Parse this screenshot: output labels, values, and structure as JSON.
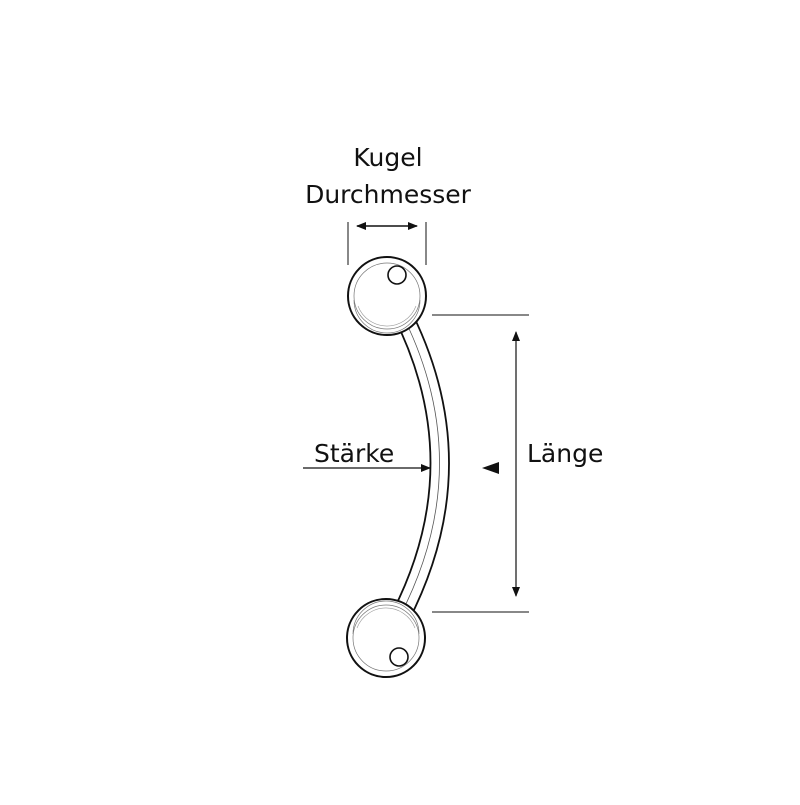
{
  "labels": {
    "ball_line1": "Kugel",
    "ball_line2": "Durchmesser",
    "thickness": "Stärke",
    "length": "Länge"
  },
  "colors": {
    "stroke": "#111111",
    "background": "#ffffff"
  }
}
